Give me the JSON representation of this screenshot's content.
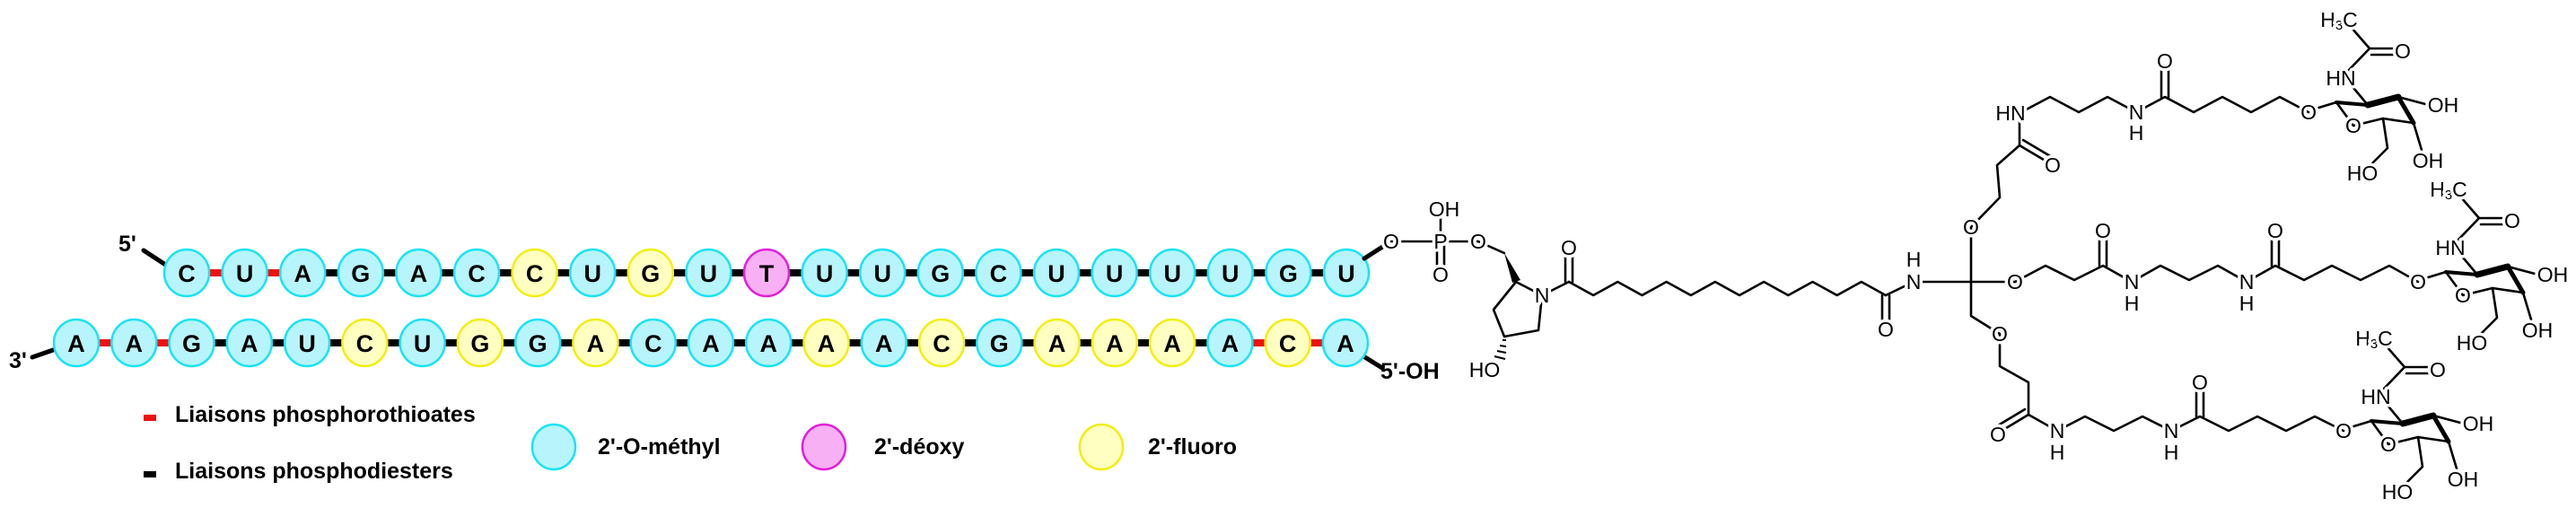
{
  "colors": {
    "ome_fill": "#b8f4fb",
    "ome_stroke": "#19e3f5",
    "deoxy_fill": "#f7b0f4",
    "deoxy_stroke": "#e020d8",
    "fluoro_fill": "#ffffc2",
    "fluoro_stroke": "#f2ee10",
    "phosphorothioate": "#ee1111",
    "phosphodiester": "#000000"
  },
  "sense_strand": {
    "end_label": "5'",
    "nucleotides": [
      {
        "base": "C",
        "mod": "ome"
      },
      {
        "base": "U",
        "mod": "ome"
      },
      {
        "base": "A",
        "mod": "ome"
      },
      {
        "base": "G",
        "mod": "ome"
      },
      {
        "base": "A",
        "mod": "ome"
      },
      {
        "base": "C",
        "mod": "ome"
      },
      {
        "base": "C",
        "mod": "fluoro"
      },
      {
        "base": "U",
        "mod": "ome"
      },
      {
        "base": "G",
        "mod": "fluoro"
      },
      {
        "base": "U",
        "mod": "ome"
      },
      {
        "base": "T",
        "mod": "deoxy"
      },
      {
        "base": "U",
        "mod": "ome"
      },
      {
        "base": "U",
        "mod": "ome"
      },
      {
        "base": "G",
        "mod": "ome"
      },
      {
        "base": "C",
        "mod": "ome"
      },
      {
        "base": "U",
        "mod": "ome"
      },
      {
        "base": "U",
        "mod": "ome"
      },
      {
        "base": "U",
        "mod": "ome"
      },
      {
        "base": "U",
        "mod": "ome"
      },
      {
        "base": "G",
        "mod": "ome"
      },
      {
        "base": "U",
        "mod": "ome"
      }
    ],
    "linkages": [
      "ps",
      "ps",
      "po",
      "po",
      "po",
      "po",
      "po",
      "po",
      "po",
      "po",
      "po",
      "po",
      "po",
      "po",
      "po",
      "po",
      "po",
      "po",
      "po",
      "po"
    ]
  },
  "antisense_strand": {
    "start_label": "3'",
    "end_label": "5'-OH",
    "nucleotides": [
      {
        "base": "A",
        "mod": "ome"
      },
      {
        "base": "A",
        "mod": "ome"
      },
      {
        "base": "G",
        "mod": "ome"
      },
      {
        "base": "A",
        "mod": "ome"
      },
      {
        "base": "U",
        "mod": "ome"
      },
      {
        "base": "C",
        "mod": "fluoro"
      },
      {
        "base": "U",
        "mod": "ome"
      },
      {
        "base": "G",
        "mod": "fluoro"
      },
      {
        "base": "G",
        "mod": "ome"
      },
      {
        "base": "A",
        "mod": "fluoro"
      },
      {
        "base": "C",
        "mod": "ome"
      },
      {
        "base": "A",
        "mod": "ome"
      },
      {
        "base": "A",
        "mod": "ome"
      },
      {
        "base": "A",
        "mod": "fluoro"
      },
      {
        "base": "A",
        "mod": "ome"
      },
      {
        "base": "C",
        "mod": "fluoro"
      },
      {
        "base": "G",
        "mod": "ome"
      },
      {
        "base": "A",
        "mod": "fluoro"
      },
      {
        "base": "A",
        "mod": "fluoro"
      },
      {
        "base": "A",
        "mod": "fluoro"
      },
      {
        "base": "A",
        "mod": "ome"
      },
      {
        "base": "C",
        "mod": "fluoro"
      },
      {
        "base": "A",
        "mod": "ome"
      }
    ],
    "linkages": [
      "ps",
      "ps",
      "po",
      "po",
      "po",
      "po",
      "po",
      "po",
      "po",
      "po",
      "po",
      "po",
      "po",
      "po",
      "po",
      "po",
      "po",
      "po",
      "po",
      "po",
      "ps",
      "ps"
    ]
  },
  "legend": {
    "phosphorothioate": "Liaisons phosphorothioates",
    "phosphodiester": "Liaisons phosphodiesters",
    "ome": "2'-O-méthyl",
    "deoxy": "2'-déoxy",
    "fluoro": "2'-fluoro"
  },
  "molecule": {
    "o": "O",
    "p": "P",
    "n": "N",
    "h": "H",
    "oh": "OH",
    "ho": "HO",
    "hn": "HN",
    "h3c": [
      "H",
      "3",
      "C"
    ]
  }
}
